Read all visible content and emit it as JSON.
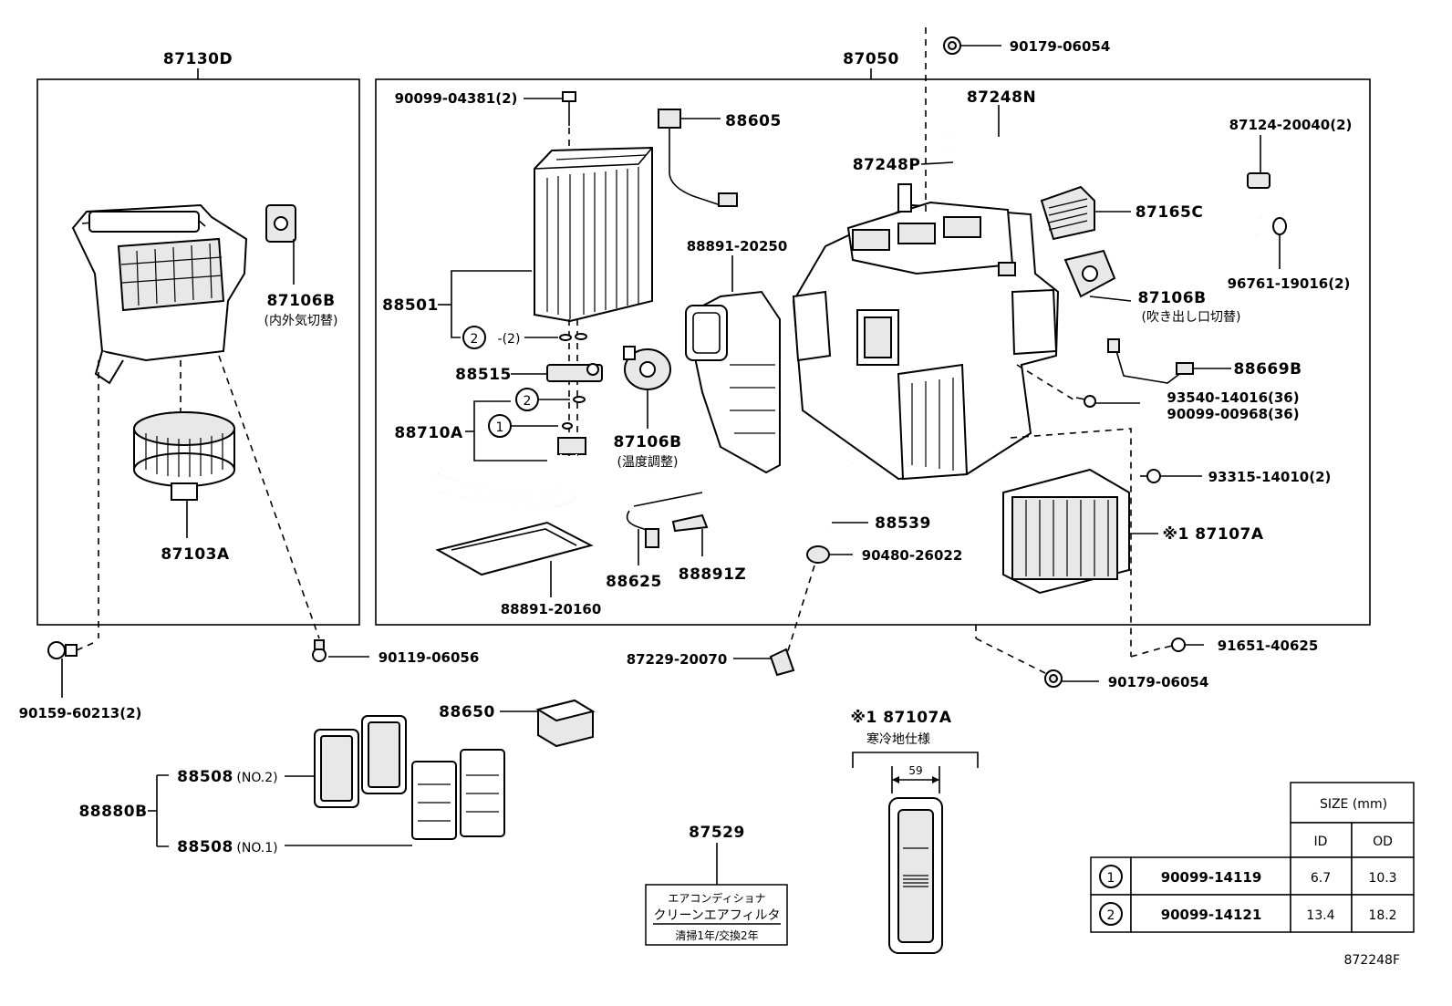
{
  "labels": {
    "p87130D": "87130D",
    "p87050": "87050",
    "p90179_06054_top": "90179-06054",
    "p90099_04381": "90099-04381(2)",
    "p88605": "88605",
    "p87248N": "87248N",
    "p87248P": "87248P",
    "p87124_20040": "87124-20040(2)",
    "p87165C": "87165C",
    "p96761_19016": "96761-19016(2)",
    "p88891_20250": "88891-20250",
    "p88501": "88501",
    "p2_2": "-(2)",
    "p88515": "88515",
    "p88710A": "88710A",
    "p87106B_temp": "87106B",
    "p87106B_temp_sub": "(温度調整)",
    "p87106B_left": "87106B",
    "p87106B_left_sub": "(内外気切替)",
    "p87106B_right": "87106B",
    "p87106B_right_sub": "(吹き出し口切替)",
    "p88669B": "88669B",
    "p93540_14016": "93540-14016(36)",
    "p90099_00968": "90099-00968(36)",
    "p93315_14010": "93315-14010(2)",
    "p87107A": "※1 87107A",
    "p88539": "88539",
    "p90480_26022": "90480-26022",
    "p88625": "88625",
    "p88891Z": "88891Z",
    "p88891_20160": "88891-20160",
    "p87103A": "87103A",
    "p90159_60213": "90159-60213(2)",
    "p90119_06056": "90119-06056",
    "p87229_20070": "87229-20070",
    "p90179_06054_bottom": "90179-06054",
    "p91651_40625": "91651-40625",
    "p88650": "88650",
    "p88880B": "88880B",
    "p88508_no2": "88508",
    "p88508_no2_sub": "(NO.2)",
    "p88508_no1": "88508",
    "p88508_no1_sub": "(NO.1)",
    "p87529": "87529",
    "sticker_line1": "エアコンディショナ",
    "sticker_line2": "クリーンエアフィルタ",
    "sticker_line3": "清掃1年/交換2年",
    "note_title": "※1 87107A",
    "note_sub": "寒冷地仕様",
    "note_dim": "59",
    "circle1": "1",
    "circle2": "2",
    "diagram_code": "872248F"
  },
  "size_table": {
    "header": "SIZE (mm)",
    "col_id": "ID",
    "col_od": "OD",
    "rows": [
      {
        "mark": "1",
        "part": "90099-14119",
        "id": "6.7",
        "od": "10.3"
      },
      {
        "mark": "2",
        "part": "90099-14121",
        "id": "13.4",
        "od": "18.2"
      }
    ]
  }
}
